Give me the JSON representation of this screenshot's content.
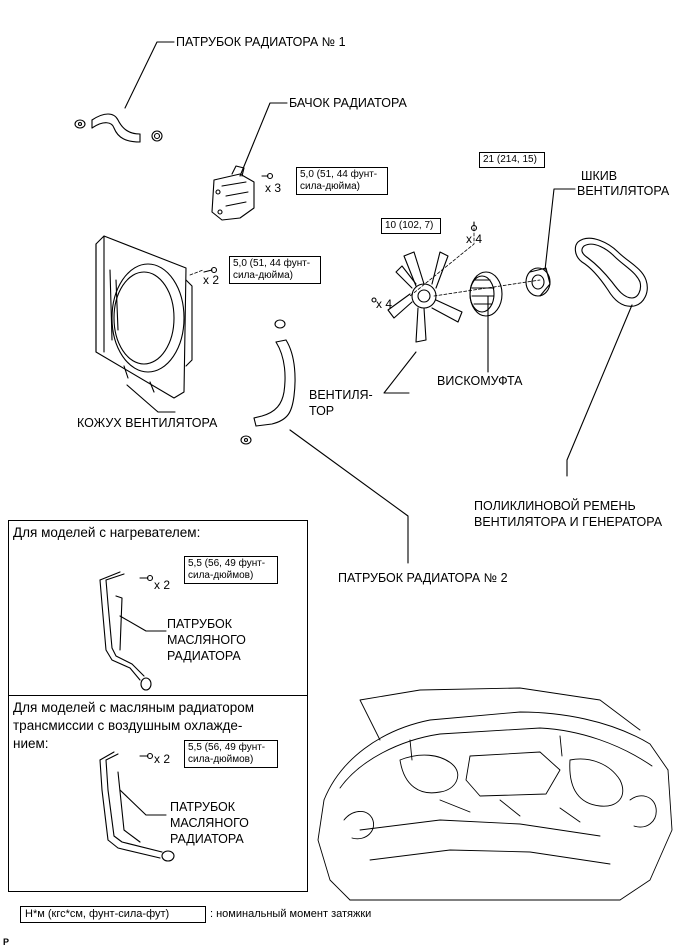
{
  "labels": {
    "hose1": "ПАТРУБОК РАДИАТОРА № 1",
    "reservoir": "БАЧОК РАДИАТОРА",
    "pulley_1": "ШКИВ",
    "pulley_2": "ВЕНТИЛЯТОРА",
    "shroud": "КОЖУХ ВЕНТИЛЯТОРА",
    "fan_1": "ВЕНТИЛЯ-",
    "fan_2": "ТОР",
    "clutch": "ВИСКОМУФТА",
    "belt_1": "ПОЛИКЛИНОВОЙ РЕМЕНЬ",
    "belt_2": "ВЕНТИЛЯТОРА И ГЕНЕРАТОРА",
    "hose2": "ПАТРУБОК РАДИАТОРА № 2"
  },
  "torques": {
    "t_reservoir_1": "5,0 (51, 44 фунт-",
    "t_reservoir_2": "сила-дюйма)",
    "t_shroud_1": "5,0 (51, 44 фунт-",
    "t_shroud_2": "сила-дюйма)",
    "t_fan": "10 (102, 7)",
    "t_pulley": "21 (214, 15)",
    "t_heater_1": "5,5 (56, 49 фунт-",
    "t_heater_2": "сила-дюймов)",
    "t_cooler_1": "5,5 (56, 49 фунт-",
    "t_cooler_2": "сила-дюймов)"
  },
  "multipliers": {
    "m_reservoir": "x 3",
    "m_shroud": "x 2",
    "m_fan": "x 4",
    "m_pulley": "x 4",
    "m_heater": "x 2",
    "m_cooler": "x 2"
  },
  "panels": {
    "heater_title": "Для моделей с нагревателем:",
    "heater_part_1": "ПАТРУБОК",
    "heater_part_2": "МАСЛЯНОГО",
    "heater_part_3": "РАДИАТОРА",
    "cooler_title_1": "Для моделей с масляным радиатором",
    "cooler_title_2": "трансмиссии с воздушным охлажде-",
    "cooler_title_3": "нием:",
    "cooler_part_1": "ПАТРУБОК",
    "cooler_part_2": "МАСЛЯНОГО",
    "cooler_part_3": "РАДИАТОРА"
  },
  "legend": {
    "box": "Н*м (кгс*см, фунт-сила-фут)",
    "text": ": номинальный момент затяжки"
  },
  "corner_mark": "P"
}
